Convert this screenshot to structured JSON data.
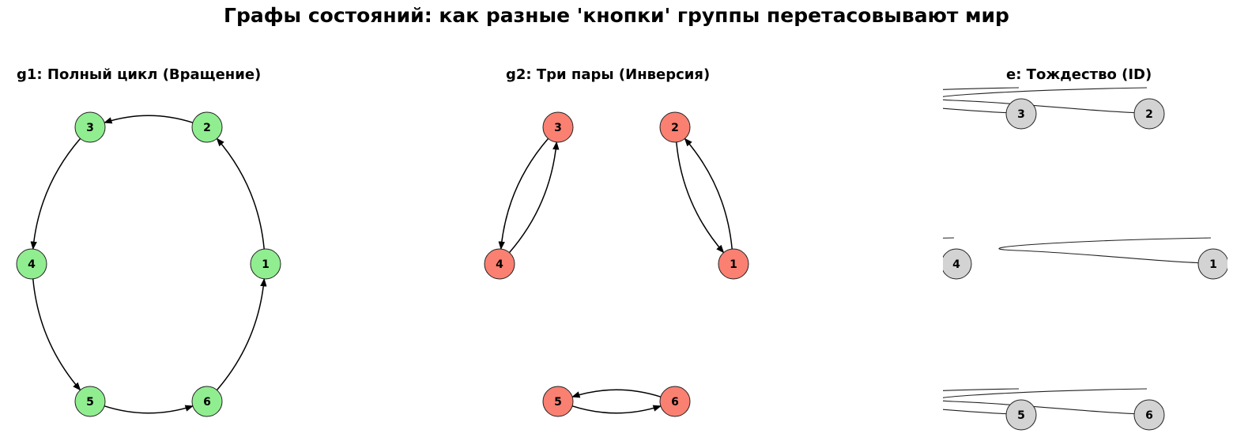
{
  "title": "Графы состояний: как разные 'кнопки' группы перетасовывают мир",
  "panels": [
    {
      "title": "g1: Полный цикл (Вращение)",
      "node_color": "#90ee90",
      "nodes": [
        "1",
        "2",
        "3",
        "4",
        "5",
        "6"
      ],
      "edges": [
        [
          "1",
          "2"
        ],
        [
          "2",
          "3"
        ],
        [
          "3",
          "4"
        ],
        [
          "4",
          "5"
        ],
        [
          "5",
          "6"
        ],
        [
          "6",
          "1"
        ]
      ]
    },
    {
      "title": "g2: Три пары (Инверсия)",
      "node_color": "#fa8072",
      "nodes": [
        "1",
        "2",
        "3",
        "4",
        "5",
        "6"
      ],
      "edges": [
        [
          "1",
          "2"
        ],
        [
          "2",
          "1"
        ],
        [
          "3",
          "4"
        ],
        [
          "4",
          "3"
        ],
        [
          "5",
          "6"
        ],
        [
          "6",
          "5"
        ]
      ]
    },
    {
      "title": "e: Тождество (ID)",
      "node_color": "#d3d3d3",
      "nodes": [
        "1",
        "2",
        "3",
        "4",
        "5",
        "6"
      ],
      "edges": [
        [
          "1",
          "1"
        ],
        [
          "2",
          "2"
        ],
        [
          "3",
          "3"
        ],
        [
          "4",
          "4"
        ],
        [
          "5",
          "5"
        ],
        [
          "6",
          "6"
        ]
      ]
    }
  ]
}
